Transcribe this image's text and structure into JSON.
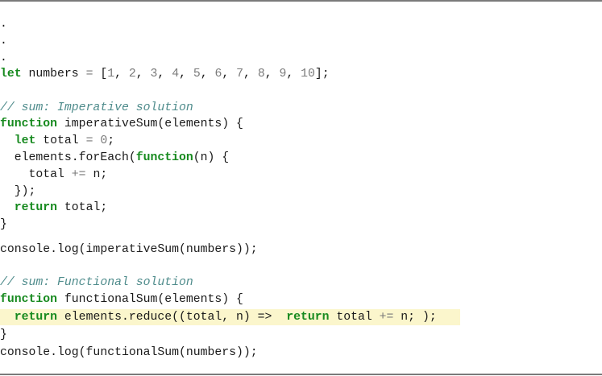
{
  "code": {
    "ellipsis": [
      ".",
      ".",
      "."
    ],
    "let_kw": "let",
    "numbers_decl": " numbers ",
    "eq": "=",
    "open_bracket": " [",
    "nums": [
      "1",
      "2",
      "3",
      "4",
      "5",
      "6",
      "7",
      "8",
      "9",
      "10"
    ],
    "close_bracket": "];",
    "comment_imperative": "// sum: Imperative solution",
    "function_kw": "function",
    "imperative_sig": " imperativeSum(elements) {",
    "total_decl": " total ",
    "zero": "0",
    "semicolon": ";",
    "foreach_call": "  elements.forEach(",
    "foreach_param": "(n) {",
    "plus_eq": "+=",
    "total_plus_line_a": "    total ",
    "total_plus_line_b": " n;",
    "close_foreach": "  });",
    "return_kw": "return",
    "return_total": " total;",
    "close_brace": "}",
    "console_imperative": "console.log(imperativeSum(numbers));",
    "comment_functional": "// sum: Functional solution",
    "functional_sig": " functionalSum(elements) {",
    "reduce_call": " elements.reduce((total, n) =>  ",
    "reduce_total": " total ",
    "reduce_end": " n; );",
    "console_functional": "console.log(functionalSum(numbers));"
  }
}
